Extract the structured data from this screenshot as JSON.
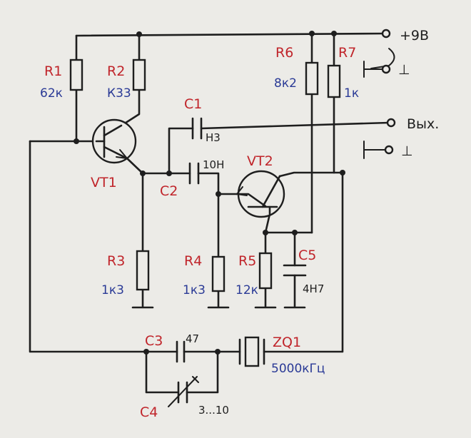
{
  "power": {
    "voltage_label": "+9B",
    "ground_symbol": "⊥"
  },
  "output": {
    "label": "Вых.",
    "ground_symbol": "⊥"
  },
  "components": {
    "r1": {
      "ref": "R1",
      "value": "62к"
    },
    "r2": {
      "ref": "R2",
      "value": "К33"
    },
    "r3": {
      "ref": "R3",
      "value": "1к3"
    },
    "r4": {
      "ref": "R4",
      "value": "1к3"
    },
    "r5": {
      "ref": "R5",
      "value": "12к"
    },
    "r6": {
      "ref": "R6",
      "value": "8к2"
    },
    "r7": {
      "ref": "R7",
      "value": "1к"
    },
    "c1": {
      "ref": "C1",
      "value": "Н3"
    },
    "c2": {
      "ref": "C2",
      "value": "10Н"
    },
    "c3": {
      "ref": "C3",
      "value": "47"
    },
    "c4": {
      "ref": "C4",
      "value": "3...10"
    },
    "c5": {
      "ref": "C5",
      "value": "4Н7"
    },
    "vt1": {
      "ref": "VT1"
    },
    "vt2": {
      "ref": "VT2"
    },
    "zq1": {
      "ref": "ZQ1",
      "value": "5000кГц"
    }
  },
  "colors": {
    "reference_ink": "#c0242a",
    "value_ink": "#2a3a96",
    "wire_ink": "#1e1e1e",
    "paper": "#ecebe7"
  }
}
